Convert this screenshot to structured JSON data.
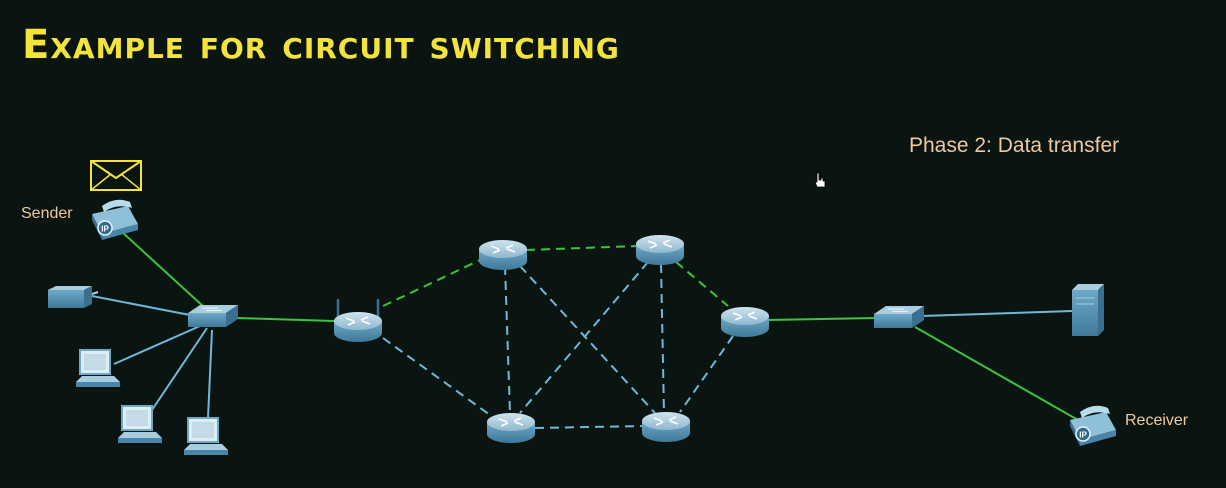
{
  "title": "Example for circuit switching",
  "phase_text": "Phase 2: Data transfer",
  "labels": {
    "sender": "Sender",
    "receiver": "Receiver"
  },
  "ip_badge": "IP",
  "colors": {
    "background": "#0a1512",
    "title": "#f3e33a",
    "label": "#f0c8a0",
    "active_link": "#3cc43a",
    "idle_link": "#6fb8d8",
    "device": "#5a9bbf"
  },
  "icons": [
    "envelope-icon",
    "ip-phone-icon",
    "printer-icon",
    "pc-icon",
    "switch-icon",
    "router-icon",
    "wireless-router-icon",
    "server-icon",
    "hand-cursor-icon"
  ]
}
